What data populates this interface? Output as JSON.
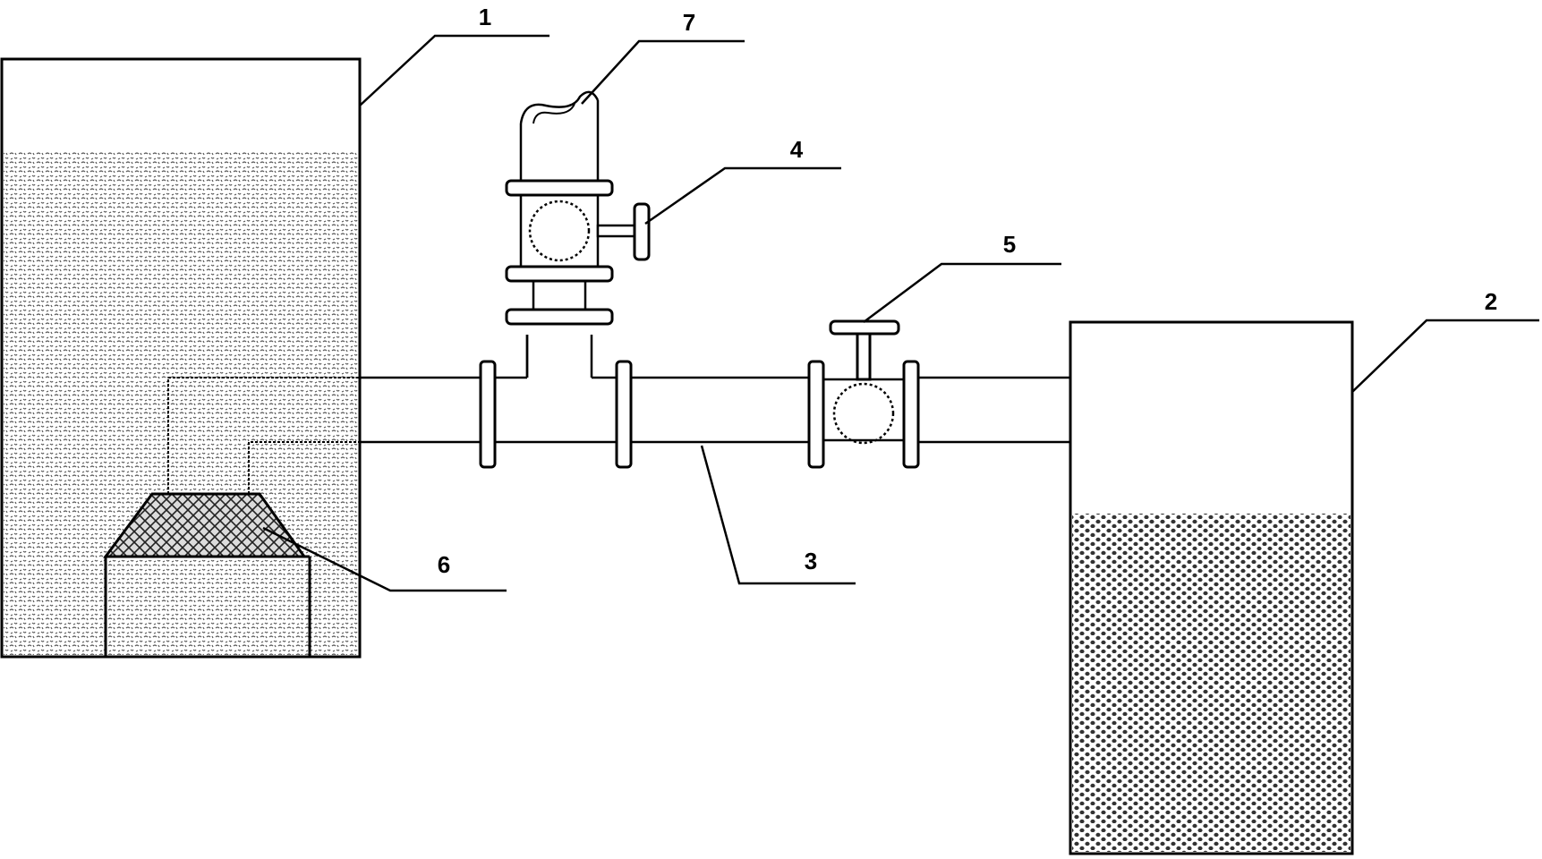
{
  "labels": {
    "tank_left": "1",
    "tank_right": "2",
    "pipe": "3",
    "vertical_valve": "4",
    "horizontal_valve": "5",
    "filter": "6",
    "branch_pipe": "7"
  },
  "colors": {
    "stroke": "#000000",
    "background": "#ffffff",
    "liquid_left": "#bdbdbd",
    "liquid_right": "#8a8a8a",
    "filter_mesh": "#555555"
  }
}
